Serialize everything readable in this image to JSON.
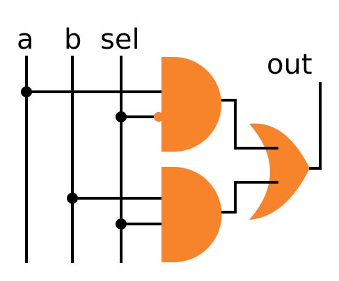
{
  "labels": {
    "a": "a",
    "b": "b",
    "sel": "sel",
    "out": "out"
  },
  "colors": {
    "gate_fill": "#F7832A",
    "wire": "#000000",
    "background": "#ffffff"
  },
  "gates": [
    {
      "type": "AND",
      "inputs": [
        "a",
        "NOT sel"
      ]
    },
    {
      "type": "AND",
      "inputs": [
        "b",
        "sel"
      ]
    },
    {
      "type": "OR",
      "inputs": [
        "AND1",
        "AND2"
      ],
      "output": "out"
    }
  ]
}
